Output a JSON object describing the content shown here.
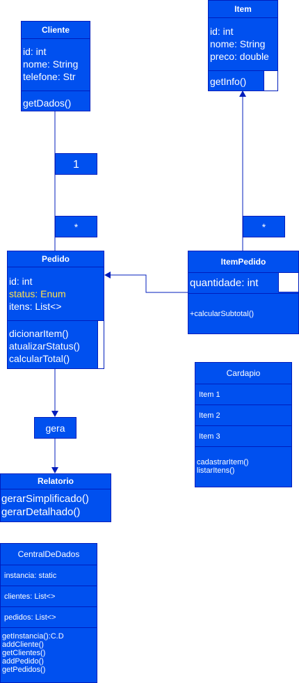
{
  "cliente": {
    "title": "Cliente",
    "attrs": [
      "id: int",
      "nome: String",
      "telefone: Str"
    ],
    "methods": [
      "getDados()"
    ]
  },
  "item": {
    "title": "Item",
    "attrs": [
      "id: int",
      "nome: String",
      "preco: double"
    ],
    "methods": [
      "getInfo()"
    ]
  },
  "pedido": {
    "title": "Pedido",
    "attrs": [
      "id: int",
      "status: Enum",
      "itens: List<>"
    ],
    "methods": [
      "dicionarItem()",
      "atualizarStatus()",
      "calcularTotal()"
    ]
  },
  "itempedido": {
    "title": "ItemPedido",
    "attrs": [
      "quantidade: int"
    ],
    "methods": [
      "+calcularSubtotal()"
    ]
  },
  "cardapio": {
    "title": "Cardapio",
    "rows": [
      "Item 1",
      "Item 2",
      "Item 3"
    ],
    "methods": [
      "cadastrarItem()",
      "listarItens()"
    ]
  },
  "relatorio": {
    "title": "Relatorio",
    "methods": [
      "gerarSimplificado()",
      "gerarDetalhado()"
    ]
  },
  "central": {
    "title": "CentralDeDados",
    "rows": [
      "instancia: static",
      "clientes: List<>",
      "pedidos: List<>"
    ],
    "methods": [
      "getInstancia():C.D",
      "addCliente()",
      "getClientes()",
      "addPedido()",
      "getPedidos()"
    ]
  },
  "labels": {
    "mult_one": "1",
    "mult_many_left": "*",
    "mult_many_right": "*",
    "gera": "gera"
  },
  "colors": {
    "fill": "#0050ef",
    "stroke": "#001dbc",
    "status_text": "#ffe14d"
  }
}
